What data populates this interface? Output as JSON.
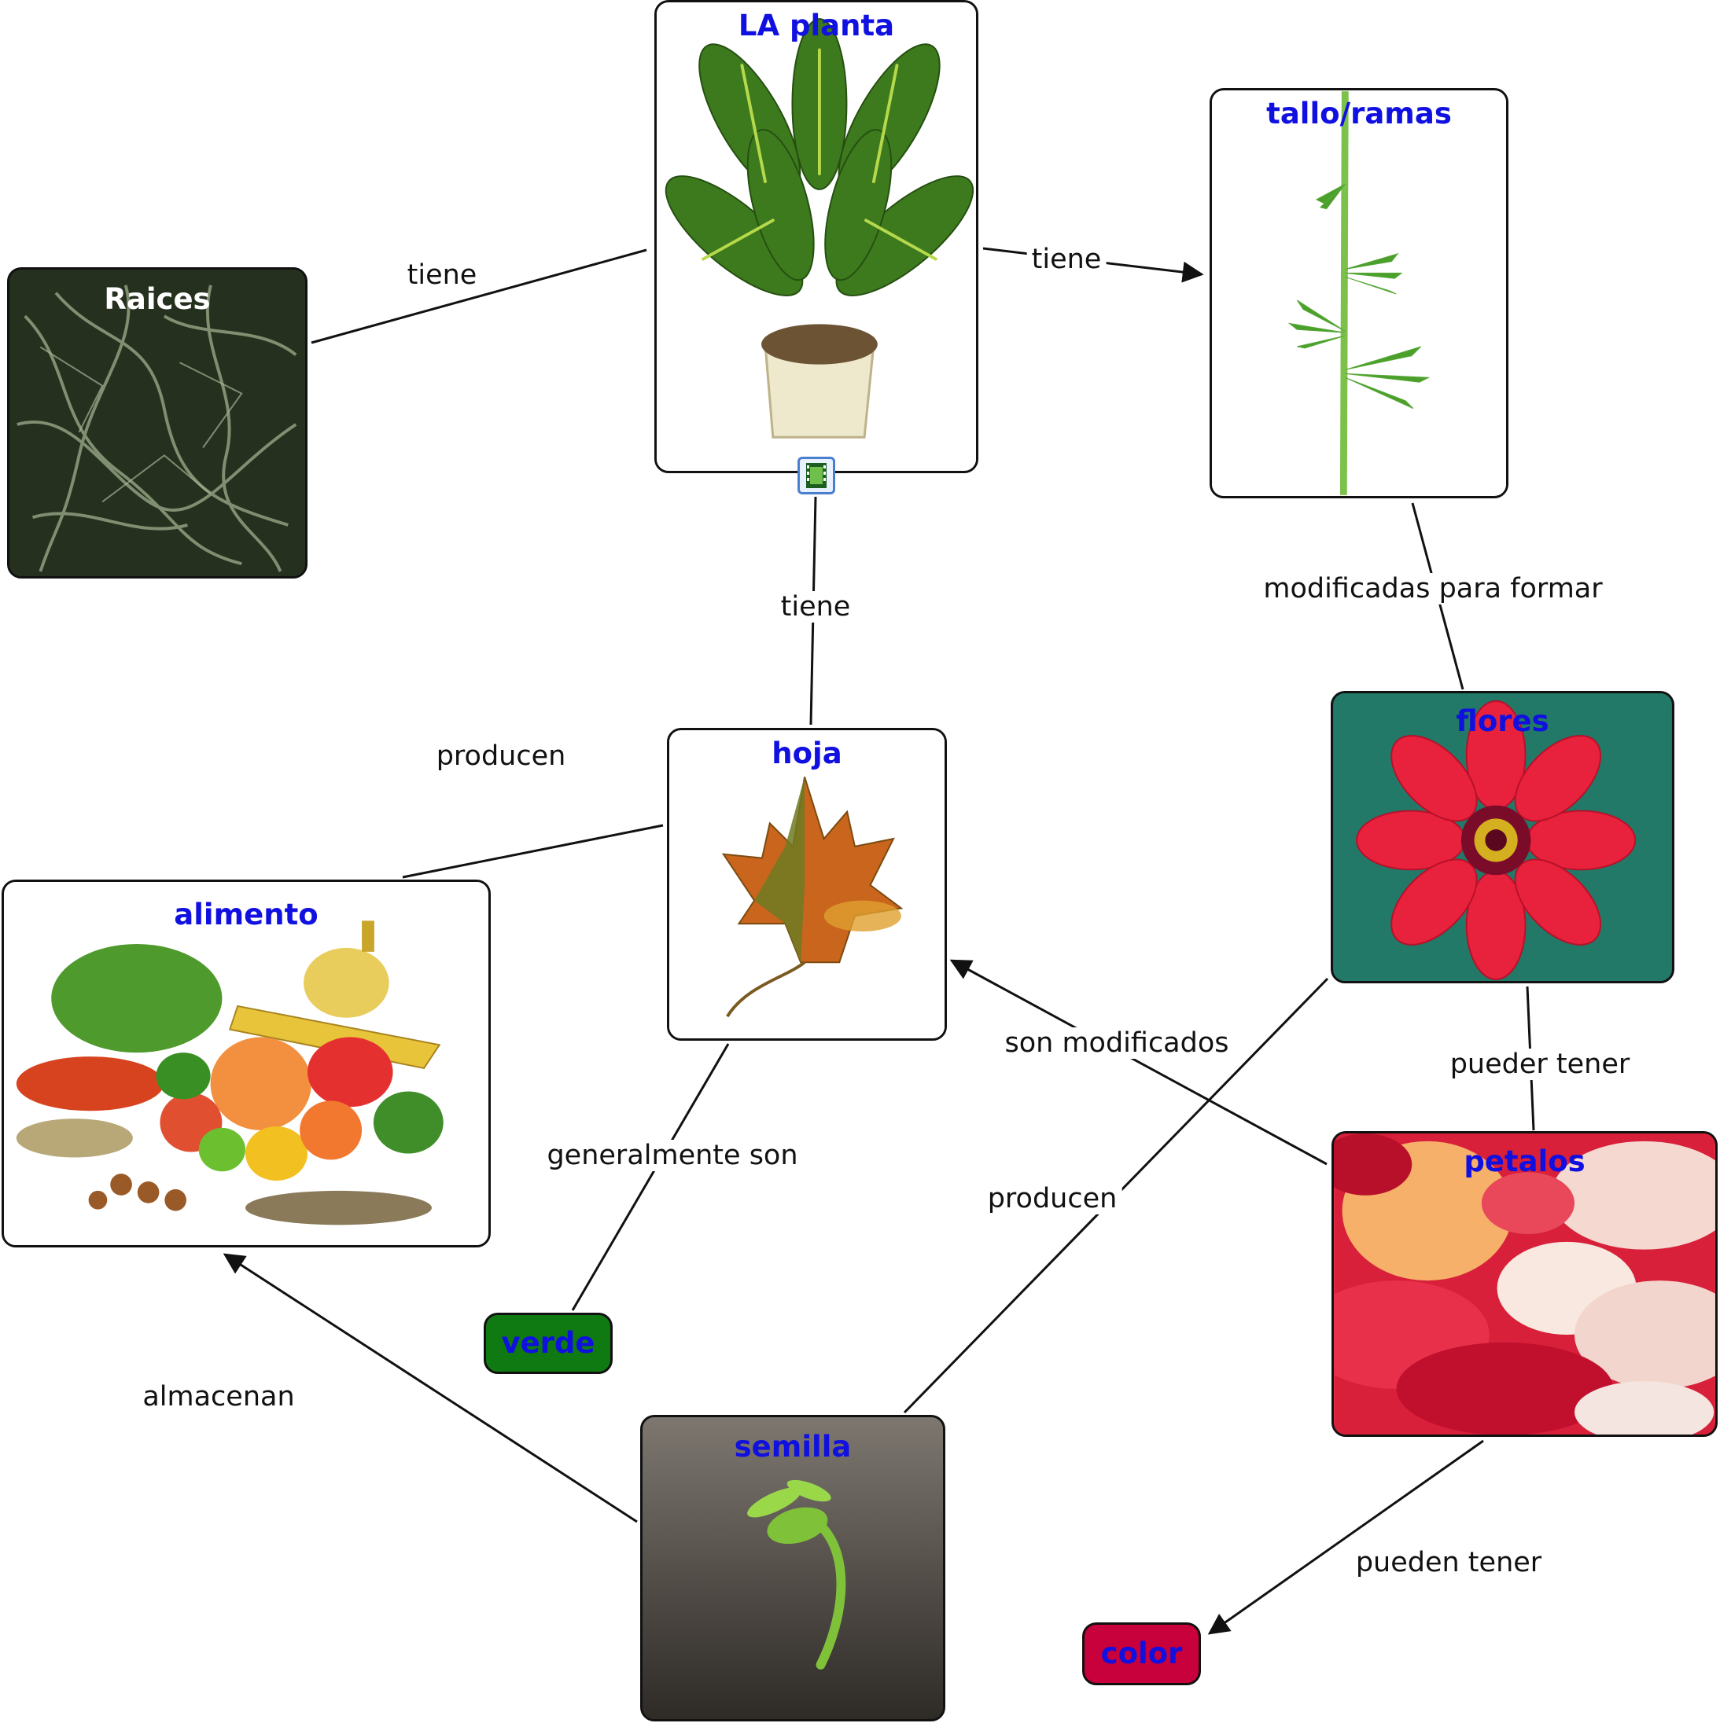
{
  "nodes": {
    "planta": {
      "title": "LA planta"
    },
    "raices": {
      "title": "Raices"
    },
    "tallo": {
      "title": "tallo/ramas"
    },
    "hoja": {
      "title": "hoja"
    },
    "flores": {
      "title": "flores"
    },
    "alimento": {
      "title": "alimento"
    },
    "petalos": {
      "title": "petalos"
    },
    "semilla": {
      "title": "semilla"
    },
    "verde": {
      "title": "verde"
    },
    "color": {
      "title": "color"
    }
  },
  "links": {
    "planta_raices": "tiene",
    "planta_tallo": "tiene",
    "planta_hoja": "tiene",
    "tallo_flores": "modificadas para formar",
    "hoja_alimento": "producen",
    "petalos_hoja": "son modificados",
    "hoja_verde": "generalmente son",
    "flores_petalos": "pueder tener",
    "flores_semilla": "producen",
    "semilla_alimento": "almacenan",
    "petalos_color": "pueden tener"
  },
  "colors": {
    "title_text": "#1010e0",
    "verde_fill": "#0f7a12",
    "color_fill": "#c8003c",
    "line": "#111111"
  }
}
